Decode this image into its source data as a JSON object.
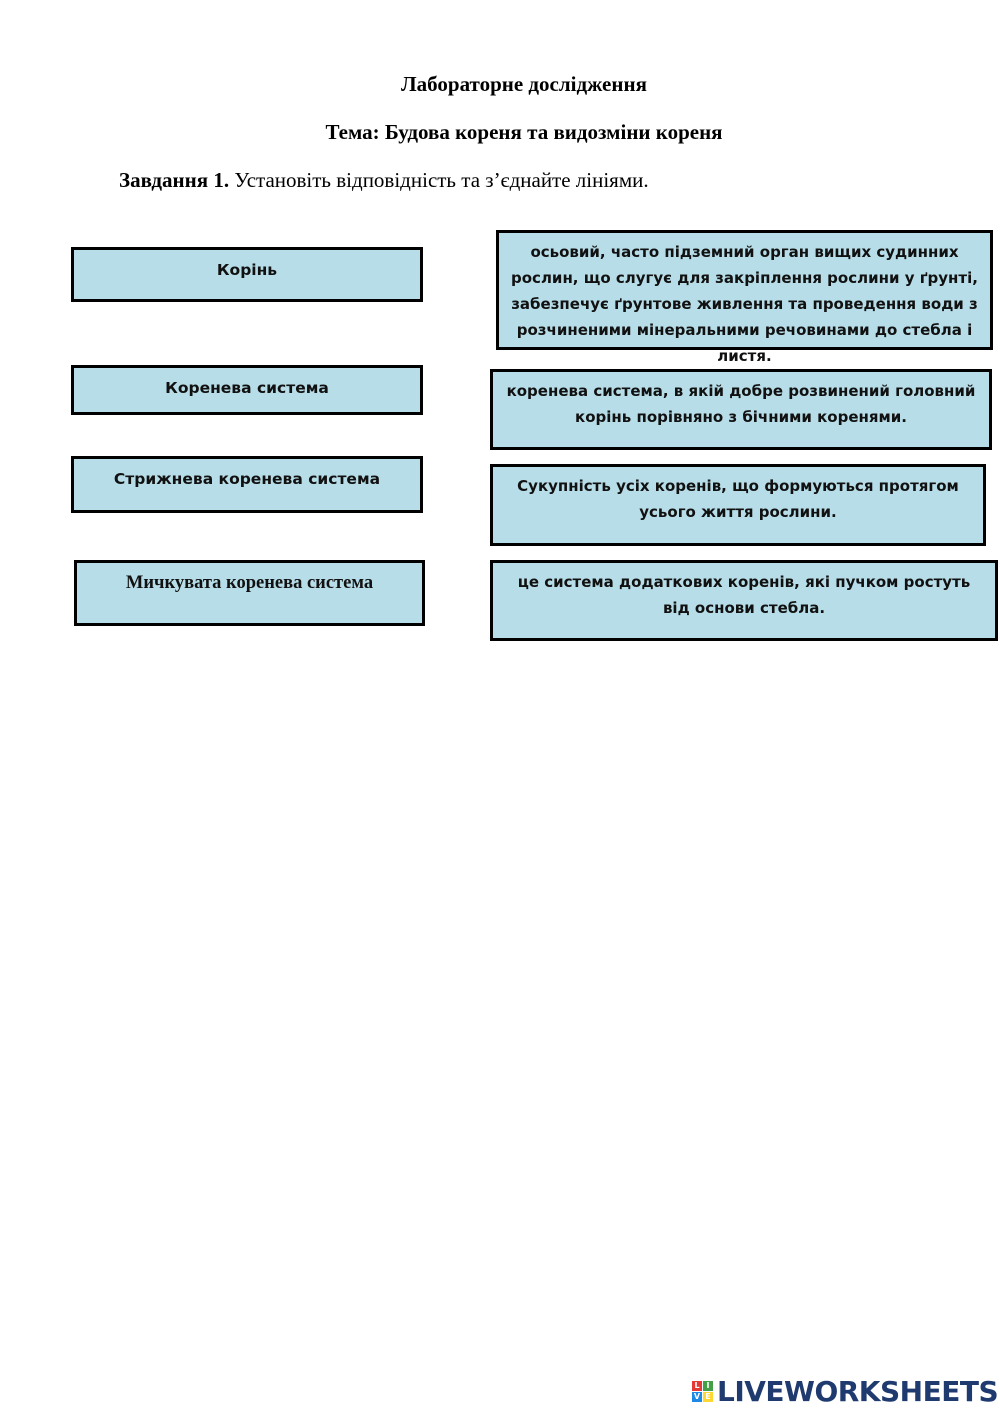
{
  "header": {
    "title": "Лабораторне дослідження",
    "topic": "Тема:  Будова кореня та видозміни кореня"
  },
  "task": {
    "label": "Завдання 1.",
    "instruction": " Установіть відповідність та з’єднайте лініями."
  },
  "terms": [
    "Корінь",
    "Коренева система",
    "Стрижнева коренева система",
    "Мичкувата коренева система"
  ],
  "definitions": [
    "осьовий, часто підземний орган вищих судинних рослин, що слугує для закріплення рослини у ґрунті, забезпечує ґрунтове живлення та проведення води з розчиненими мінеральними речовинами до стебла і листя.",
    "коренева система, в якій добре розвинений головний корінь порівняно з бічними коренями.",
    "Сукупність усіх коренів, що формуються протягом усього життя рослини.",
    "це система додаткових коренів, які пучком ростуть від основи стебла."
  ],
  "colors": {
    "box_fill": "#b7dde8",
    "box_border": "#000000",
    "logo_text": "#1e3a6e"
  },
  "logo": {
    "letters": [
      "L",
      "I",
      "V",
      "E"
    ],
    "colors": [
      "#e53935",
      "#43a047",
      "#1e88e5",
      "#fdd835"
    ],
    "text": "LIVEWORKSHEETS"
  }
}
